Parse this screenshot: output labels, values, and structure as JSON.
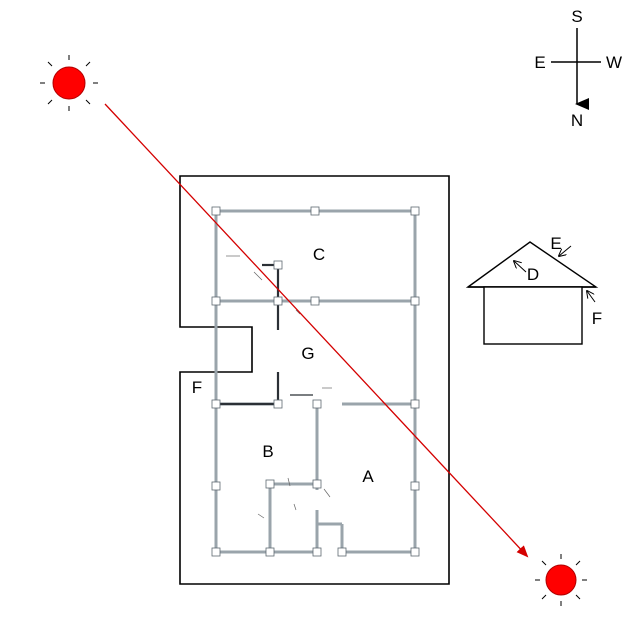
{
  "compass": {
    "south": "S",
    "north": "N",
    "east": "E",
    "west": "W"
  },
  "floor_plan": {
    "room_labels": {
      "a": "A",
      "b": "B",
      "c": "C",
      "g": "G",
      "f": "F"
    }
  },
  "house_elevation": {
    "labels": {
      "d": "D",
      "e": "E",
      "f": "F"
    }
  },
  "colors": {
    "sun_fill": "#ff0000",
    "sun_ray": "#000000",
    "sun_path": "#d40000",
    "outline": "#000000",
    "wall": "#9aa4ab",
    "wall_dark": "#2b3036"
  }
}
